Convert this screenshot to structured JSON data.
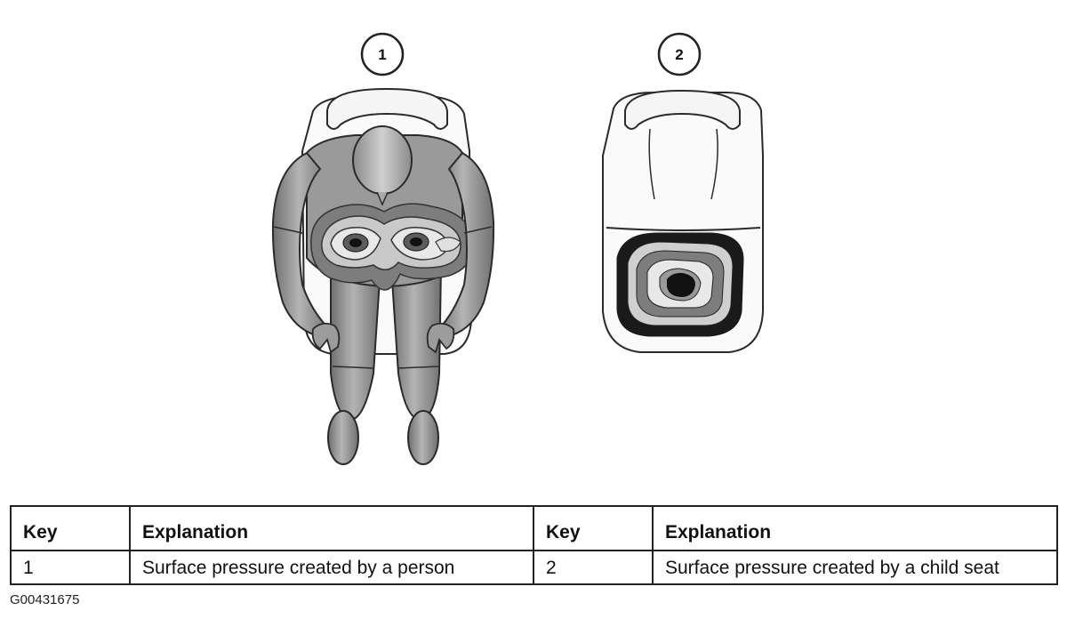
{
  "callouts": {
    "left": "1",
    "right": "2"
  },
  "table": {
    "headers": [
      "Key",
      "Explanation",
      "Key",
      "Explanation"
    ],
    "rows": [
      [
        "1",
        "Surface pressure created by a person",
        "2",
        "Surface pressure created by a child seat"
      ]
    ]
  },
  "figure_code": "G00431675",
  "colors": {
    "outline": "#2a2a2a",
    "body_gray": "#8f8f8f",
    "torso_gray": "#9a9a9a",
    "seat_fill": "#fafafa",
    "pressure_dark": "#1a1a1a",
    "pressure_mid": "#7d7d7d",
    "pressure_light": "#e8e8e8"
  }
}
